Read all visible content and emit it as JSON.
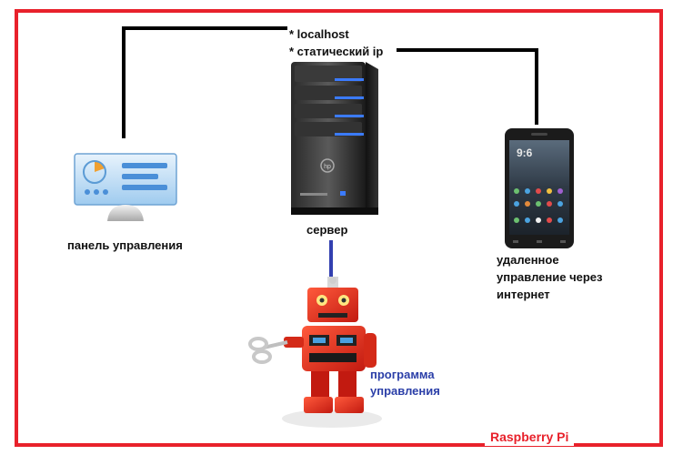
{
  "frame": {
    "label": "Raspberry Pi",
    "color": "#e8212b"
  },
  "server": {
    "label": "сервер",
    "notes": [
      "* localhost",
      "* статический ip"
    ]
  },
  "control_panel": {
    "label": "панель управления"
  },
  "phone": {
    "label_lines": [
      "удаленное",
      "управление через",
      "интернет"
    ]
  },
  "robot": {
    "label_lines": [
      "программа",
      "управления"
    ],
    "label_color": "#2b3fa8"
  },
  "links": {
    "network_color": "#000000",
    "program_color": "#3340b0"
  }
}
